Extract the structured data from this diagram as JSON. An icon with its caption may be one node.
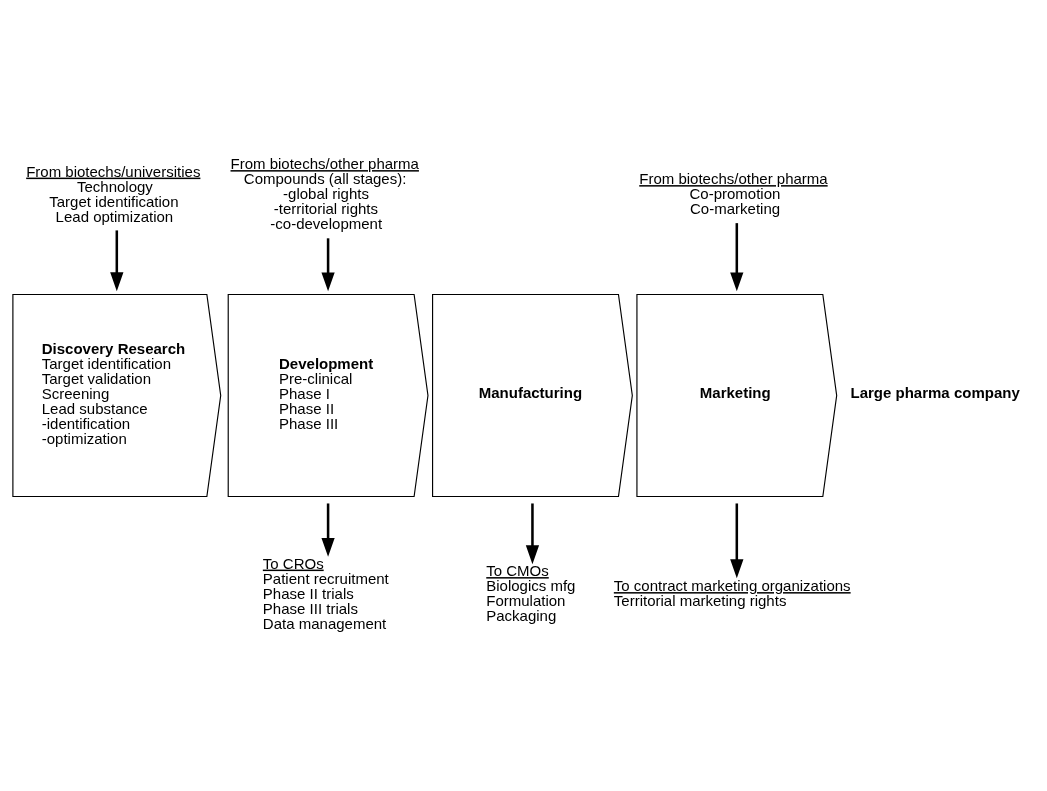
{
  "diagram": {
    "nodes": [
      {
        "text": [
          "Discovery Research",
          "Target identification",
          "Target validation",
          "Screening",
          "Lead substance",
          "-identification",
          "-optimization"
        ]
      },
      {
        "text": [
          "Development",
          "Pre-clinical",
          "Phase I",
          "Phase II",
          "Phase III"
        ]
      },
      {
        "text": [
          "Manufacturing"
        ]
      },
      {
        "text": [
          "Marketing"
        ]
      },
      {
        "text": [
          "From biotechs/universities",
          "Technology",
          "Target identification",
          "Lead optimization"
        ]
      },
      {
        "text": [
          "From biotechs/other pharma",
          "Compounds (all stages):",
          "-global rights",
          "-territorial rights",
          "-co-development"
        ]
      },
      {
        "text": [
          "From biotechs/other pharma",
          "Co-promotion",
          "Co-marketing"
        ]
      },
      {
        "text": [
          "To CROs",
          "Patient recruitment",
          "Phase II trials",
          "Phase III trials",
          "Data management"
        ]
      },
      {
        "text": [
          "To CMOs",
          "Biologics mfg",
          "Formulation",
          "Packaging"
        ]
      },
      {
        "text": [
          "To contract marketing organizations",
          "Territorial marketing rights"
        ]
      }
    ],
    "edges": [
      {
        "from": 4,
        "to": 0,
        "arrow": "to"
      },
      {
        "from": 5,
        "to": 1,
        "arrow": "to"
      },
      {
        "from": 6,
        "to": 3,
        "arrow": "to"
      },
      {
        "from": 1,
        "to": 7,
        "arrow": "to"
      },
      {
        "from": 2,
        "to": 8,
        "arrow": "to"
      },
      {
        "from": 3,
        "to": 9,
        "arrow": "to"
      }
    ],
    "labels": [
      "Large pharma company"
    ]
  }
}
